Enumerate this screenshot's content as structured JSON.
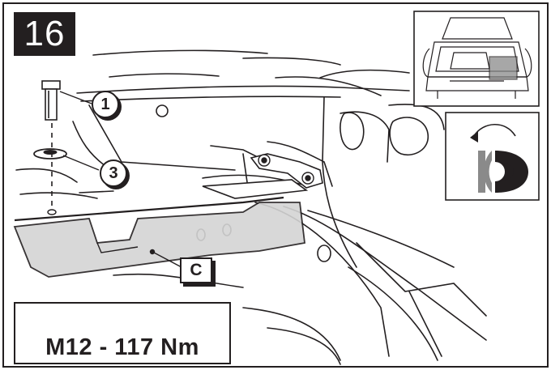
{
  "step": {
    "number": "16"
  },
  "callouts": {
    "bolt": "1",
    "washer": "3",
    "part": "C"
  },
  "torque": {
    "spec": "M12 - 117 Nm"
  },
  "colors": {
    "line": "#231f20",
    "panel_fill": "#d4d4d4",
    "inset_gray": "#8a8a8a"
  }
}
